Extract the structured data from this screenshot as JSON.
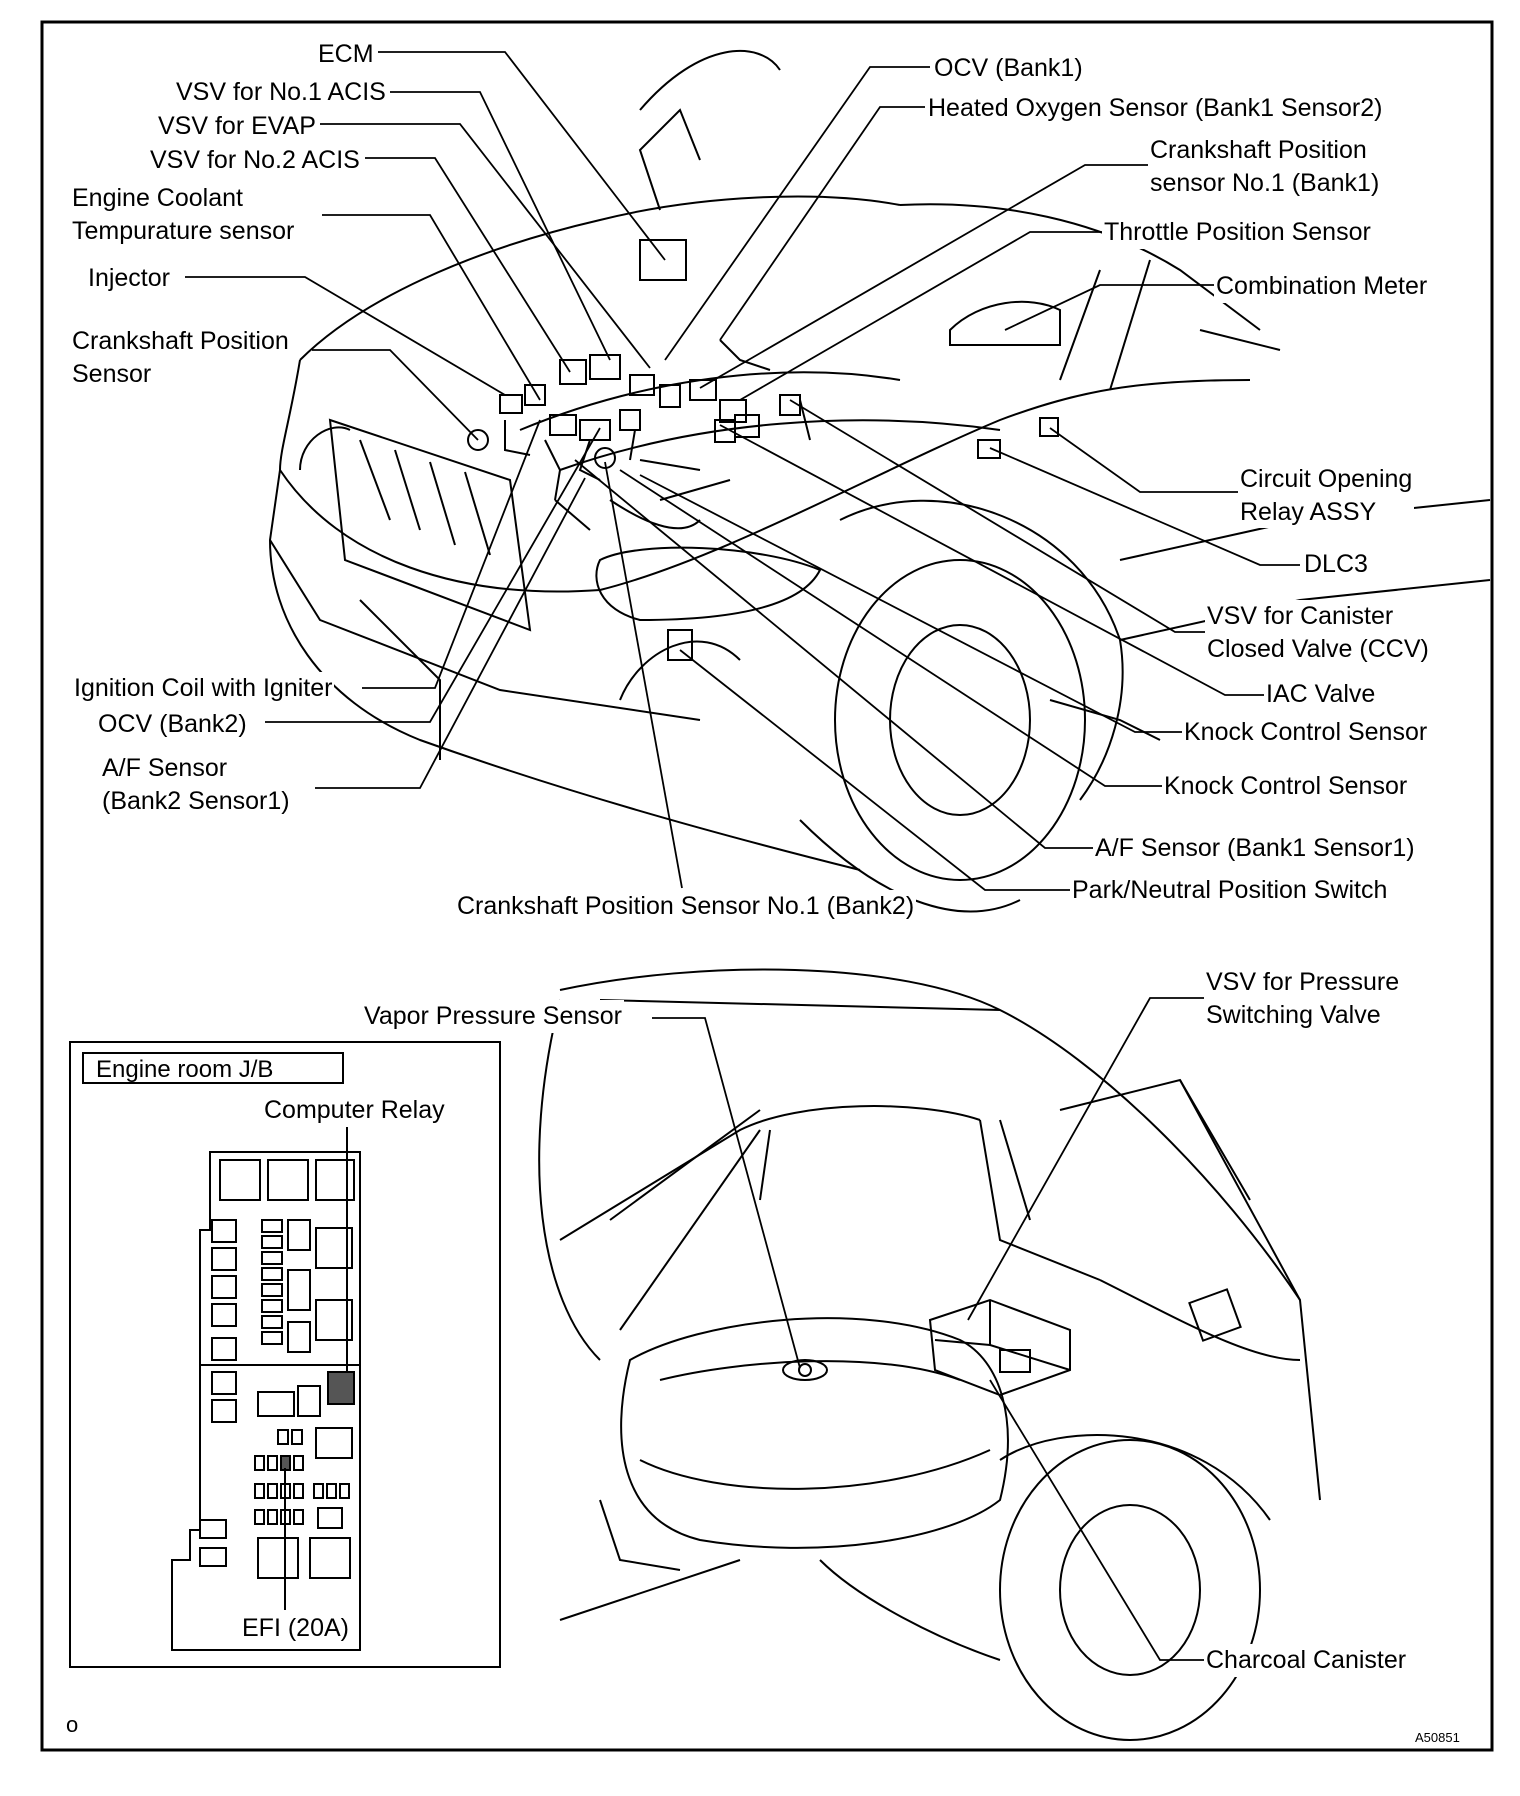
{
  "labels": {
    "ecm": "ECM",
    "vsv_acis1": "VSV for No.1 ACIS",
    "vsv_evap": "VSV for EVAP",
    "vsv_acis2": "VSV for No.2 ACIS",
    "ect_sensor": "Engine Coolant\nTempurature sensor",
    "injector": "Injector",
    "ckp_sensor": "Crankshaft Position\nSensor",
    "ignition_coil": "Ignition Coil with Igniter",
    "ocv_bank2": "OCV (Bank2)",
    "af_bank2": "A/F Sensor\n(Bank2 Sensor1)",
    "ckp_no1_bank2": "Crankshaft Position Sensor No.1 (Bank2)",
    "ocv_bank1": "OCV (Bank1)",
    "ho2s": "Heated Oxygen Sensor (Bank1 Sensor2)",
    "ckp_no1_bank1": "Crankshaft Position\nsensor No.1 (Bank1)",
    "tps": "Throttle Position Sensor",
    "combination_meter": "Combination Meter",
    "circuit_opening_relay": "Circuit Opening\nRelay ASSY",
    "dlc3": "DLC3",
    "vsv_ccv": "VSV for Canister\nClosed Valve (CCV)",
    "iac_valve": "IAC Valve",
    "knock_sensor_1": "Knock Control Sensor",
    "knock_sensor_2": "Knock Control Sensor",
    "af_bank1": "A/F Sensor (Bank1 Sensor1)",
    "pnp_switch": "Park/Neutral Position Switch",
    "vapor_pressure_sensor": "Vapor Pressure Sensor",
    "vsv_psv": "VSV for Pressure\nSwitching Valve",
    "charcoal_canister": "Charcoal Canister",
    "jb_title": "Engine room J/B",
    "computer_relay": "Computer Relay",
    "efi_fuse": "EFI (20A)",
    "corner_mark": "o",
    "figure_id": "A50851"
  }
}
